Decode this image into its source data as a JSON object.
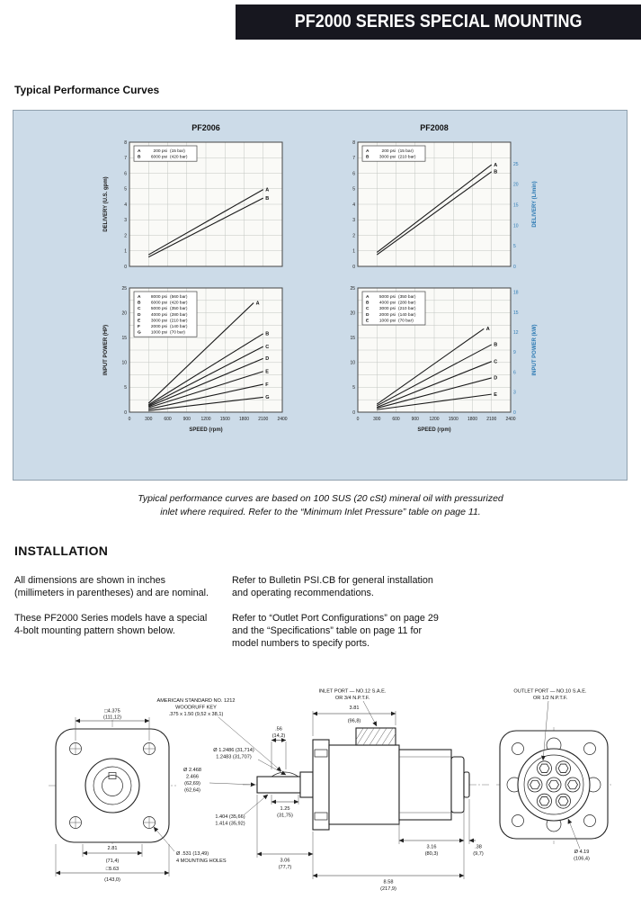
{
  "header": {
    "title": "PF2000 SERIES SPECIAL MOUNTING"
  },
  "section1": {
    "heading": "Typical Performance Curves"
  },
  "caption": {
    "line1": "Typical performance curves are based on 100 SUS (20 cSt) mineral oil with pressurized",
    "line2": "inlet where required. Refer to the “Minimum Inlet Pressure” table on page 11."
  },
  "installation": {
    "heading": "INSTALLATION",
    "col1": [
      "All dimensions are shown in inches (millimeters in parentheses) and are nominal.",
      "These PF2000 Series models have a special 4-bolt mounting pattern shown below."
    ],
    "col2": [
      "Refer to Bulletin PSI.CB for general installation and operating recommendations.",
      "Refer to “Outlet Port Configurations” on page 29 and the “Specifications” table on page 11 for model numbers to specify ports."
    ]
  },
  "chart_data": [
    {
      "id": "pf2006-delivery",
      "type": "line",
      "title": "PF2006",
      "x": {
        "min": 0,
        "max": 2400,
        "grid_step": 300,
        "ticks": [
          0,
          300,
          600,
          900,
          1200,
          1500,
          1800,
          2100,
          2400
        ],
        "show_labels": false,
        "label": ""
      },
      "yl": {
        "min": 0,
        "max": 8,
        "grid_step": 1,
        "ticks": [
          0,
          1,
          2,
          3,
          4,
          5,
          6,
          7,
          8
        ],
        "label": "DELIVERY (U.S. gpm)"
      },
      "yr": null,
      "legend": [
        {
          "key": "A",
          "psi": "200 psi",
          "bar": "(15 bar)"
        },
        {
          "key": "B",
          "psi": "6000 psi",
          "bar": "(420 bar)"
        }
      ],
      "series": [
        {
          "name": "A",
          "points": [
            [
              300,
              0.75
            ],
            [
              2100,
              4.95
            ]
          ]
        },
        {
          "name": "B",
          "points": [
            [
              300,
              0.6
            ],
            [
              2100,
              4.4
            ]
          ]
        }
      ]
    },
    {
      "id": "pf2008-delivery",
      "type": "line",
      "title": "PF2008",
      "x": {
        "min": 0,
        "max": 2400,
        "grid_step": 300,
        "ticks": [
          0,
          300,
          600,
          900,
          1200,
          1500,
          1800,
          2100,
          2400
        ],
        "show_labels": false,
        "label": ""
      },
      "yl": {
        "min": 0,
        "max": 8,
        "grid_step": 1,
        "ticks": [
          0,
          1,
          2,
          3,
          4,
          5,
          6,
          7,
          8
        ],
        "label": ""
      },
      "yr": {
        "min": 0,
        "max": 30.3,
        "ticks": [
          0,
          5,
          10,
          15,
          20,
          25
        ],
        "label": "DELIVERY (L/min)"
      },
      "legend": [
        {
          "key": "A",
          "psi": "200 psi",
          "bar": "(15 bar)"
        },
        {
          "key": "B",
          "psi": "3000 psi",
          "bar": "(210 bar)"
        }
      ],
      "series": [
        {
          "name": "A",
          "points": [
            [
              300,
              0.9
            ],
            [
              2100,
              6.55
            ]
          ]
        },
        {
          "name": "B",
          "points": [
            [
              300,
              0.75
            ],
            [
              2100,
              6.1
            ]
          ]
        }
      ]
    },
    {
      "id": "pf2006-power",
      "type": "line",
      "title": "",
      "x": {
        "min": 0,
        "max": 2400,
        "grid_step": 300,
        "ticks": [
          0,
          300,
          600,
          900,
          1200,
          1500,
          1800,
          2100,
          2400
        ],
        "show_labels": true,
        "label": "SPEED (rpm)"
      },
      "yl": {
        "min": 0,
        "max": 25,
        "grid_step": 2.5,
        "ticks": [
          0,
          5,
          10,
          15,
          20,
          25
        ],
        "label": "INPUT POWER (HP)"
      },
      "yr": null,
      "legend": [
        {
          "key": "A",
          "psi": "8000 psi",
          "bar": "(560 bar)"
        },
        {
          "key": "B",
          "psi": "6000 psi",
          "bar": "(420 bar)"
        },
        {
          "key": "C",
          "psi": "5000 psi",
          "bar": "(350 bar)"
        },
        {
          "key": "D",
          "psi": "4000 psi",
          "bar": "(280 bar)"
        },
        {
          "key": "E",
          "psi": "3000 psi",
          "bar": "(210 bar)"
        },
        {
          "key": "F",
          "psi": "2000 psi",
          "bar": "(140 bar)"
        },
        {
          "key": "G",
          "psi": "1000 psi",
          "bar": "(70 bar)"
        }
      ],
      "series": [
        {
          "name": "A",
          "points": [
            [
              300,
              1.8
            ],
            [
              1950,
              22
            ]
          ]
        },
        {
          "name": "B",
          "points": [
            [
              300,
              1.5
            ],
            [
              2100,
              15.8
            ]
          ]
        },
        {
          "name": "C",
          "points": [
            [
              300,
              1.3
            ],
            [
              2100,
              13.2
            ]
          ]
        },
        {
          "name": "D",
          "points": [
            [
              300,
              1.1
            ],
            [
              2100,
              10.8
            ]
          ]
        },
        {
          "name": "E",
          "points": [
            [
              300,
              0.9
            ],
            [
              2100,
              8.2
            ]
          ]
        },
        {
          "name": "F",
          "points": [
            [
              300,
              0.6
            ],
            [
              2100,
              5.6
            ]
          ]
        },
        {
          "name": "G",
          "points": [
            [
              300,
              0.3
            ],
            [
              2100,
              3.0
            ]
          ]
        }
      ]
    },
    {
      "id": "pf2008-power",
      "type": "line",
      "title": "",
      "x": {
        "min": 0,
        "max": 2400,
        "grid_step": 300,
        "ticks": [
          0,
          300,
          600,
          900,
          1200,
          1500,
          1800,
          2100,
          2400
        ],
        "show_labels": true,
        "label": "SPEED (rpm)"
      },
      "yl": {
        "min": 0,
        "max": 25,
        "grid_step": 2.5,
        "ticks": [
          0,
          5,
          10,
          15,
          20,
          25
        ],
        "label": ""
      },
      "yr": {
        "min": 0,
        "max": 18.65,
        "ticks": [
          0,
          3,
          6,
          9,
          12,
          15,
          18
        ],
        "label": "INPUT POWER (kW)"
      },
      "legend": [
        {
          "key": "A",
          "psi": "5000 psi",
          "bar": "(350 bar)"
        },
        {
          "key": "B",
          "psi": "4000 psi",
          "bar": "(280 bar)"
        },
        {
          "key": "C",
          "psi": "3000 psi",
          "bar": "(210 bar)"
        },
        {
          "key": "D",
          "psi": "2000 psi",
          "bar": "(140 bar)"
        },
        {
          "key": "E",
          "psi": "1000 psi",
          "bar": "(70 bar)"
        }
      ],
      "series": [
        {
          "name": "A",
          "points": [
            [
              300,
              1.6
            ],
            [
              1980,
              16.8
            ]
          ]
        },
        {
          "name": "B",
          "points": [
            [
              300,
              1.3
            ],
            [
              2100,
              13.6
            ]
          ]
        },
        {
          "name": "C",
          "points": [
            [
              300,
              1.0
            ],
            [
              2100,
              10.2
            ]
          ]
        },
        {
          "name": "D",
          "points": [
            [
              300,
              0.8
            ],
            [
              2100,
              6.9
            ]
          ]
        },
        {
          "name": "E",
          "points": [
            [
              300,
              0.5
            ],
            [
              2100,
              3.6
            ]
          ]
        }
      ]
    }
  ],
  "drawing": {
    "front": {
      "bolt_square_in": "□4.375",
      "bolt_square_mm": "(111,12)",
      "dim_281_in": "2.81",
      "dim_281_mm": "(71,4)",
      "outer_square_in": "□5.63",
      "outer_square_mm": "(143,0)",
      "mounting_holes_1": "Ø .531 (13,49)",
      "mounting_holes_2": "4 MOUNTING HOLES"
    },
    "key_note": [
      "AMERICAN STANDARD NO. 1212",
      "WOODRUFF KEY",
      ".375 x 1.50 (9,52 x 38,1)"
    ],
    "inlet_note": [
      "INLET PORT — NO.12 S.A.E.",
      "OR 3/4 N.P.T.F."
    ],
    "outlet_note": [
      "OUTLET PORT — NO.10 S.A.E.",
      "OR 1/2 N.P.T.F."
    ],
    "side": {
      "dim_56_in": ".56",
      "dim_56_mm": "(14,2)",
      "dim_381_in": "3.81",
      "dim_381_mm": "(96,8)",
      "shaft_dia_1": "Ø 1.2486  (31,714)",
      "shaft_dia_2": "1.2483  (31,707)",
      "pilot_dia_1": "Ø 2.468",
      "pilot_dia_2": "2.466",
      "pilot_mm_1": "(62,69)",
      "pilot_mm_2": "(62,64)",
      "key_dim_1": "1.404  (35,66)",
      "key_dim_2": "1.414  (35,92)",
      "dim_125_in": "1.25",
      "dim_125_mm": "(31,75)",
      "dim_306_in": "3.06",
      "dim_306_mm": "(77,7)",
      "dim_858_in": "8.58",
      "dim_858_mm": "(217,9)",
      "dim_316_in": "3.16",
      "dim_316_mm": "(80,3)",
      "dim_38_in": ".38",
      "dim_38_mm": "(9,7)"
    },
    "rear": {
      "dia_419_in": "Ø 4.19",
      "dia_419_mm": "(106,4)"
    }
  }
}
